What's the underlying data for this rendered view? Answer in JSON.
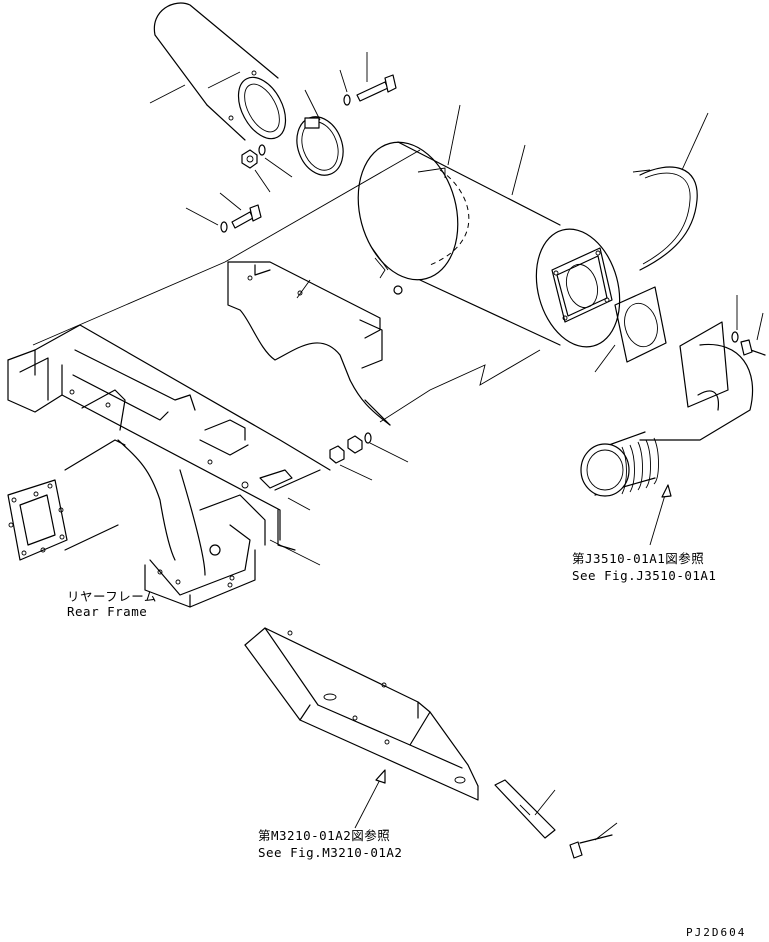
{
  "labels": {
    "rear_frame_jp": "リヤーフレーム",
    "rear_frame_en": "Rear Frame",
    "ref_j3510_jp": "第J3510-01A1図参照",
    "ref_j3510_en": "See Fig.J3510-01A1",
    "ref_m3210_jp": "第M3210-01A2図参照",
    "ref_m3210_en": "See Fig.M3210-01A2",
    "drawing_code": "PJ2D604"
  }
}
